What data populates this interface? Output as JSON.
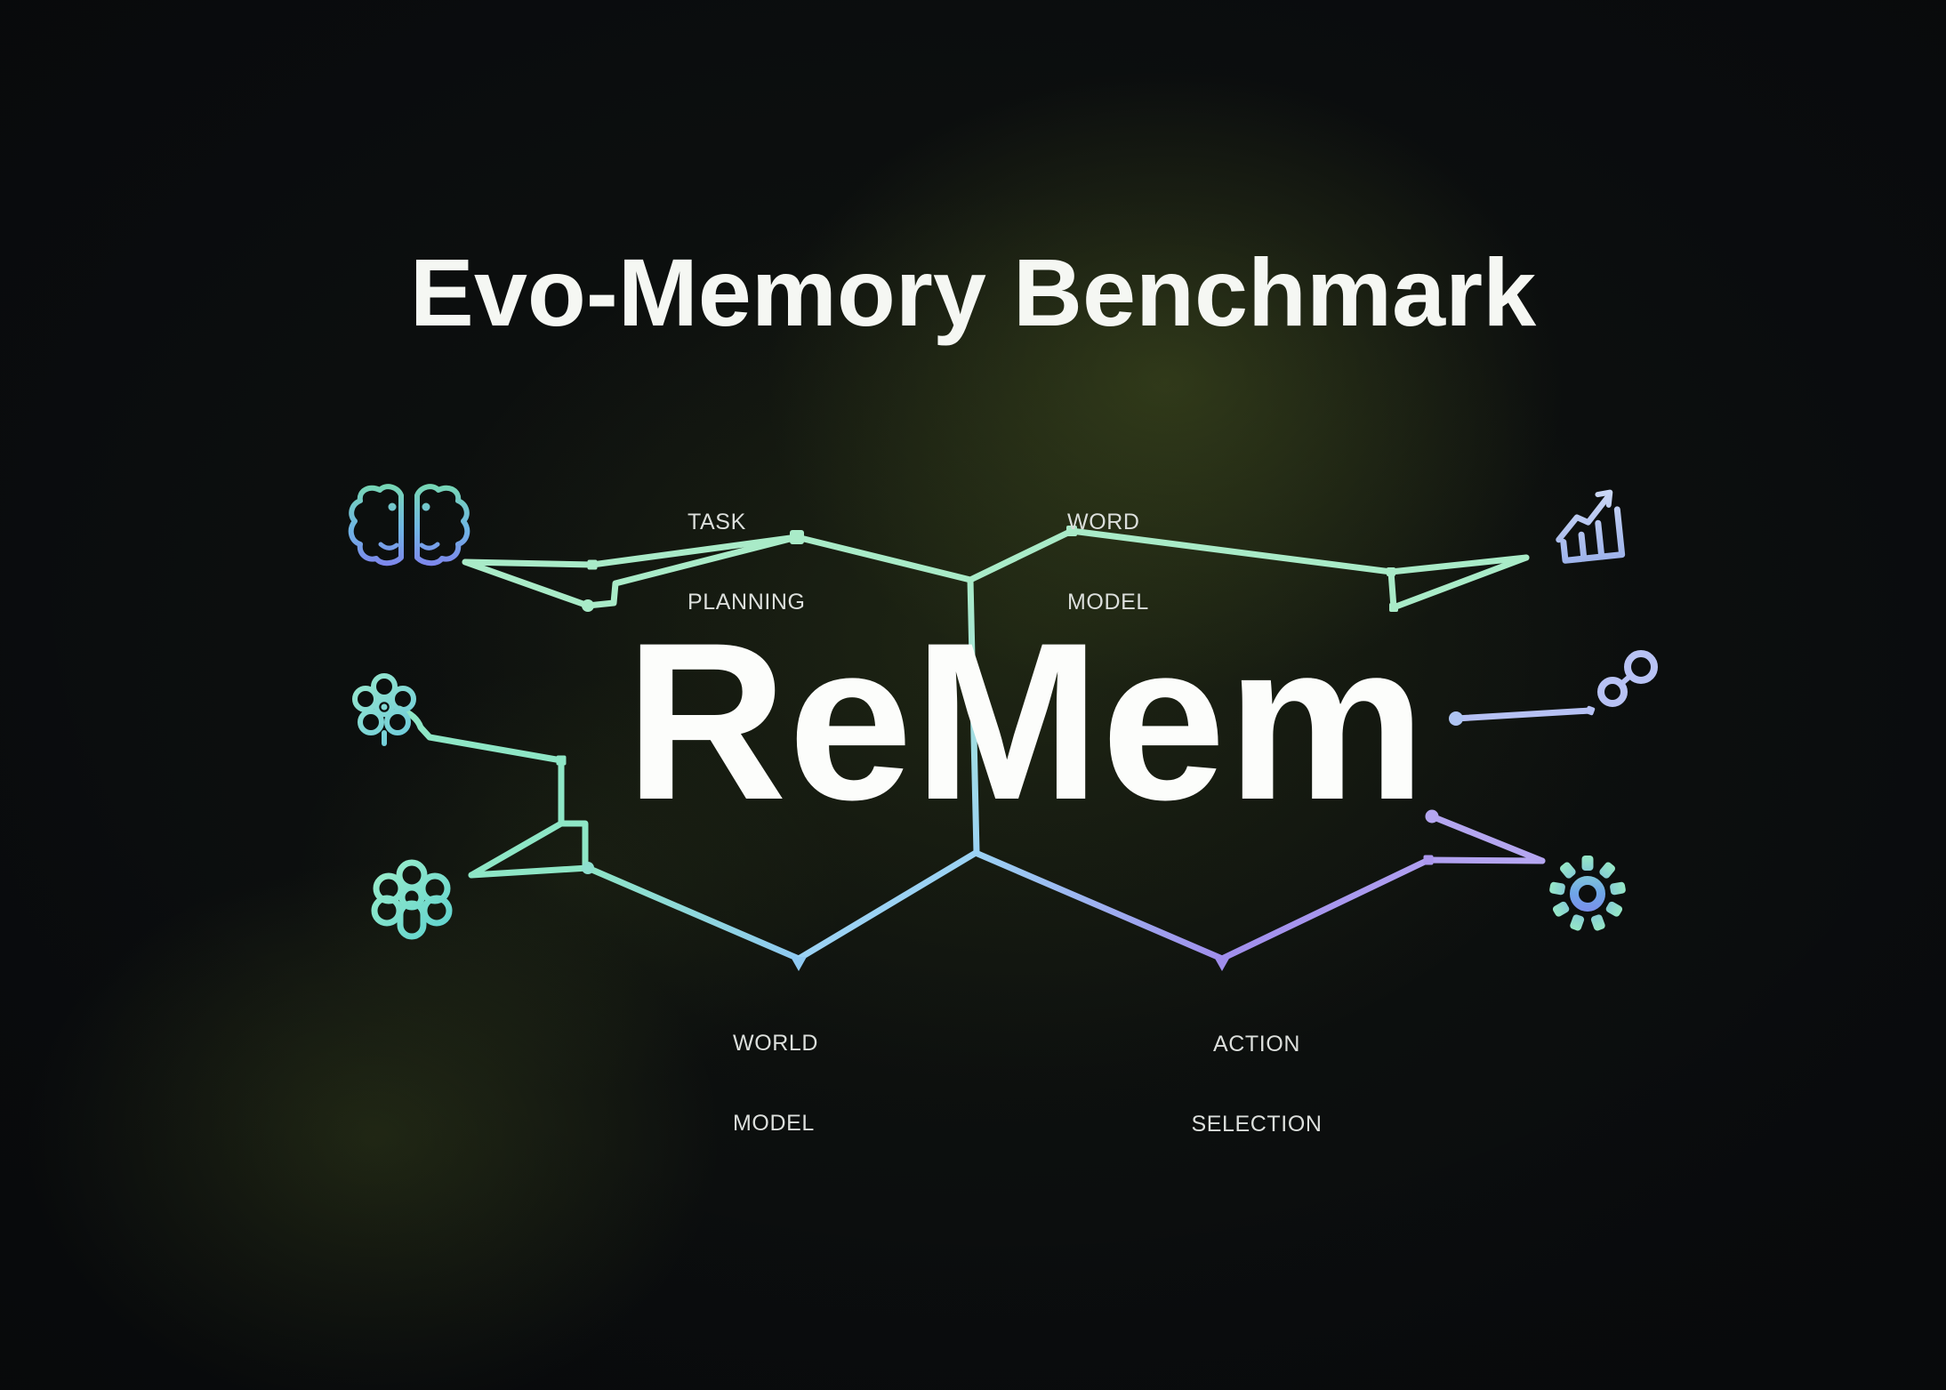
{
  "title": "Evo-Memory Benchmark",
  "wordmark": "ReMem",
  "labels": {
    "task_planning": {
      "line1": "TASK",
      "line2": "PLANNING"
    },
    "word_model": {
      "line1": "WORD",
      "line2": "MODEL"
    },
    "world_model": {
      "line1": "WORLD",
      "line2": "MODEL"
    },
    "action_selection": {
      "line1": "ACTION",
      "line2": "SELECTION"
    }
  },
  "icons": {
    "top_left": "brain-icon",
    "top_right": "growth-chart-icon",
    "middle_left": "flower-small-icon",
    "middle_right": "molecule-icon",
    "bottom_left": "flower-large-icon",
    "bottom_right": "gear-icon"
  },
  "colors": {
    "background": "#0a0c0e",
    "glow_olive": "#55661f",
    "line_mint": "#a9ebc8",
    "line_teal": "#8ee6c6",
    "line_blue": "#9bd2f4",
    "line_purple": "#a08eec",
    "line_lavender": "#b5a7f1",
    "icon_periwinkle": "#aac0ee",
    "title_text": "#f5f7f3",
    "label_text": "#dcdfdc"
  }
}
